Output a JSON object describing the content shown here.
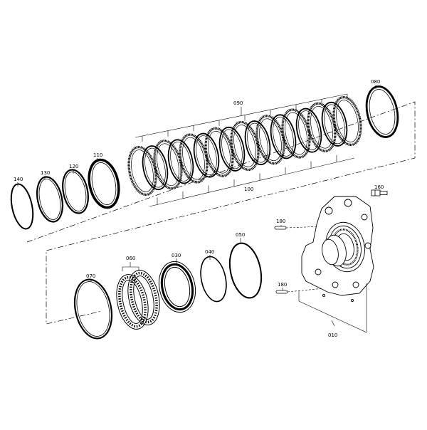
{
  "diagram": {
    "title": "",
    "part_labels": {
      "p010": "010",
      "p030": "030",
      "p040": "040",
      "p050": "050",
      "p060": "060",
      "p070": "070",
      "p080": "080",
      "p090": "090",
      "p100": "100",
      "p110": "110",
      "p120": "120",
      "p130": "130",
      "p140": "140",
      "p160": "160",
      "p180a": "180",
      "p180b": "180"
    },
    "colors": {
      "line": "#000000",
      "background": "#ffffff"
    }
  }
}
